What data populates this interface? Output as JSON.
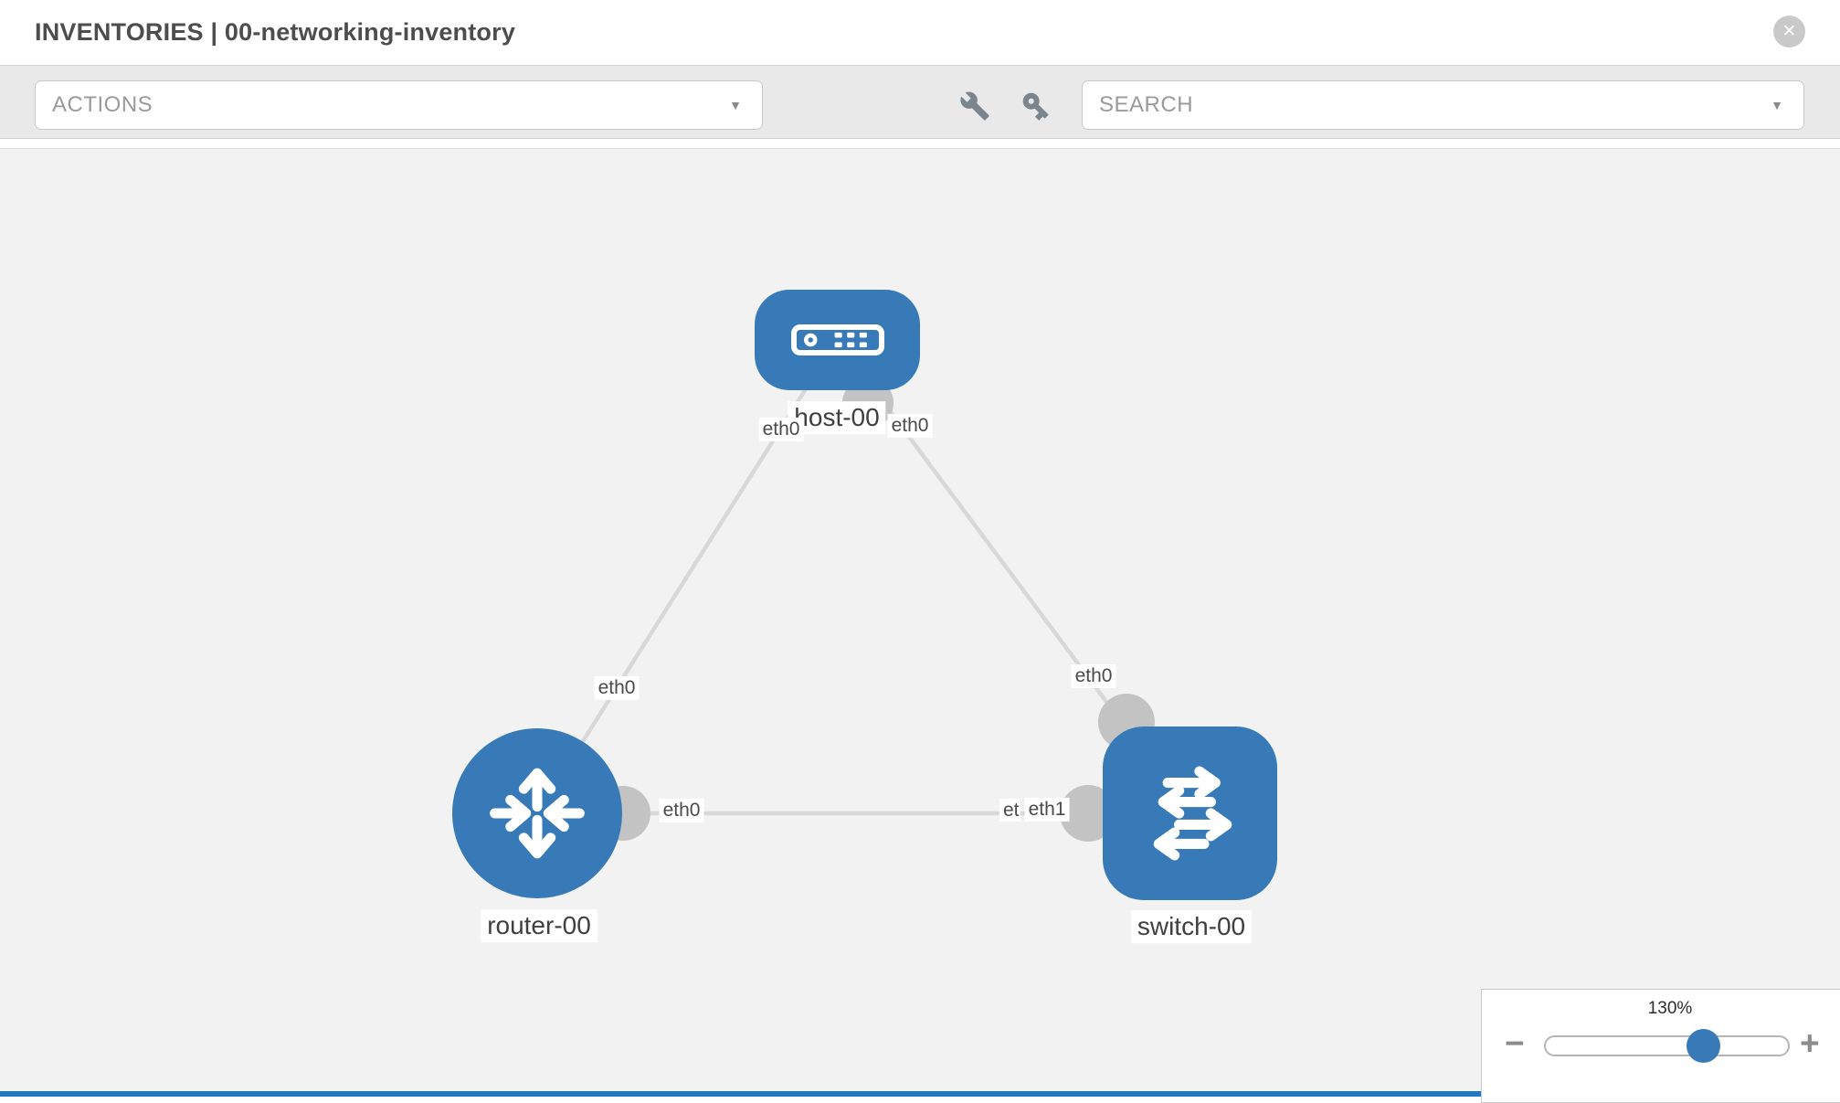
{
  "header": {
    "title": "INVENTORIES | 00-networking-inventory",
    "close_icon_glyph": "✕"
  },
  "toolbar": {
    "actions": {
      "label": "ACTIONS"
    },
    "search": {
      "label": "SEARCH"
    },
    "caret_glyph": "▼",
    "tool_icons": [
      "wrench",
      "key"
    ]
  },
  "topology": {
    "nodes": [
      {
        "name": "host-00",
        "type": "host"
      },
      {
        "name": "router-00",
        "type": "router"
      },
      {
        "name": "switch-00",
        "type": "switch"
      }
    ],
    "interface_labels": [
      {
        "link": "host-router",
        "end": "host",
        "text": "eth0"
      },
      {
        "link": "host-switch",
        "end": "host",
        "text": "eth0"
      },
      {
        "link": "host-router",
        "end": "router",
        "text": "eth0"
      },
      {
        "link": "host-switch",
        "end": "switch",
        "text": "eth0"
      },
      {
        "link": "router-switch",
        "end": "router",
        "text": "eth0"
      },
      {
        "link": "router-switch",
        "end": "switch",
        "text": "eth1"
      },
      {
        "link": "router-switch",
        "end": "switch-overlap",
        "text": "eth1"
      }
    ]
  },
  "zoom_control": {
    "percent": "130%",
    "minus_glyph": "−",
    "plus_glyph": "+"
  },
  "colors": {
    "node_blue": "#377ab7",
    "link_gray": "#d8d8d8",
    "port_gray": "#c3c3c3",
    "canvas_bg": "#f2f2f2",
    "toolbar_bg": "#e9e9e9",
    "footer_blue": "#1f78c2"
  }
}
